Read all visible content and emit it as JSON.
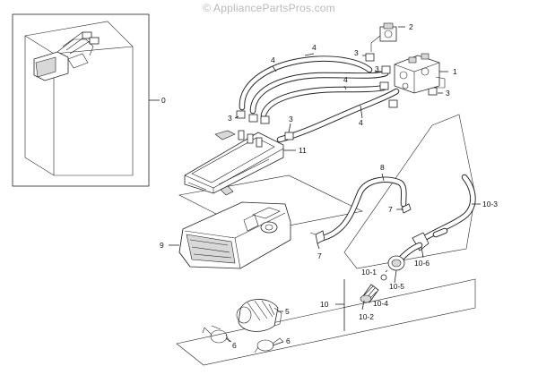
{
  "watermark": "© AppliancePartsPros.com",
  "callouts": {
    "c0": "0",
    "c1": "1",
    "c2": "2",
    "c3a": "3",
    "c3b": "3",
    "c3c": "3",
    "c3d": "3",
    "c3e": "3",
    "c4a": "4",
    "c4b": "4",
    "c4c": "4",
    "c4d": "4",
    "c5": "5",
    "c6a": "6",
    "c6b": "6",
    "c7a": "7",
    "c7b": "7",
    "c8": "8",
    "c9": "9",
    "c10": "10",
    "c10_1": "10-1",
    "c10_2": "10-2",
    "c10_3": "10-3",
    "c10_4": "10-4",
    "c10_5": "10-5",
    "c10_6": "10-6",
    "c11": "11"
  }
}
